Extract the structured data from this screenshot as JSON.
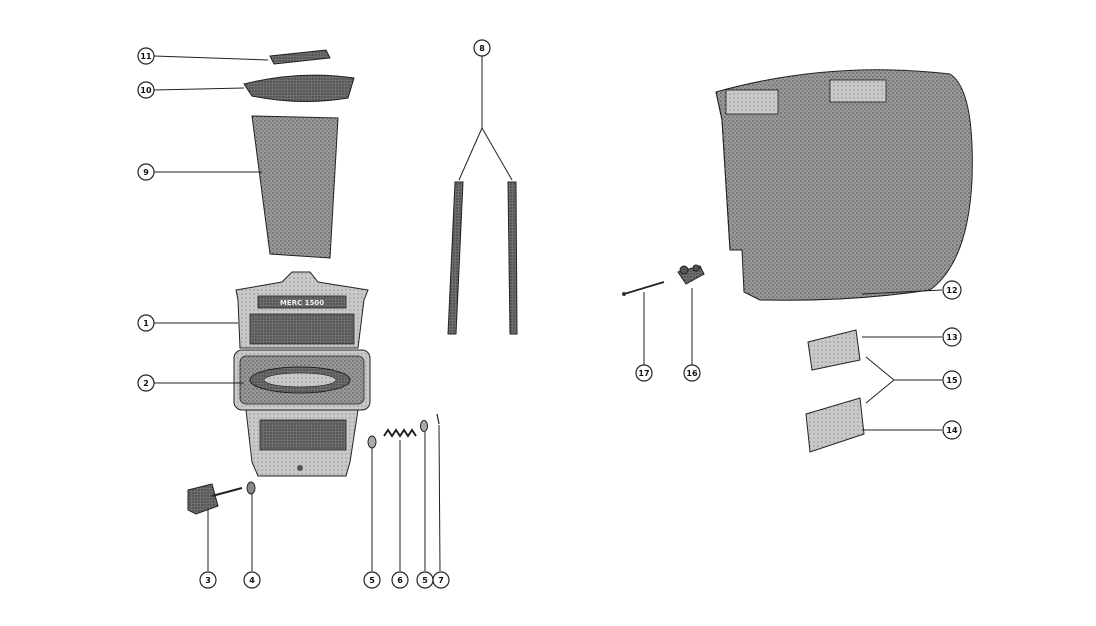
{
  "diagram": {
    "kind": "exploded parts diagram",
    "colors": {
      "ink": "#222222",
      "part_fill": "#8a8a8a",
      "part_dark": "#5a5a5a",
      "part_light": "#c8c8c8",
      "background": "#ffffff"
    },
    "callouts": {
      "c1": "1",
      "c2": "2",
      "c3": "3",
      "c4": "4",
      "c5a": "5",
      "c6": "6",
      "c5b": "5",
      "c7": "7",
      "c8": "8",
      "c9": "9",
      "c10": "10",
      "c11": "11",
      "c12": "12",
      "c13": "13",
      "c14": "14",
      "c15": "15",
      "c16": "16",
      "c17": "17"
    },
    "emblem_text": "MERC 1500"
  }
}
